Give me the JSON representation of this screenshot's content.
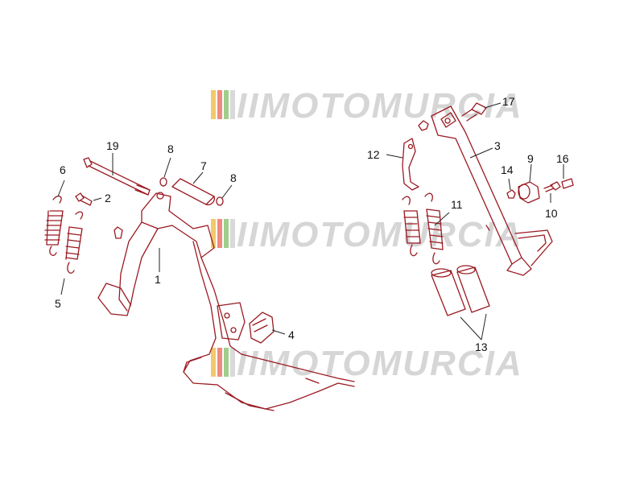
{
  "watermark": {
    "text": "IIMOTOMURCIA",
    "stripe_colors": [
      "#f2c96b",
      "#f08a7d",
      "#9fcf8a",
      "#d9d9d9"
    ]
  },
  "callouts": {
    "c1": "1",
    "c2": "2",
    "c3": "3",
    "c4": "4",
    "c5": "5",
    "c6": "6",
    "c7": "7",
    "c8a": "8",
    "c8b": "8",
    "c9": "9",
    "c10": "10",
    "c11": "11",
    "c12": "12",
    "c13": "13",
    "c14": "14",
    "c16": "16",
    "c17": "17",
    "c19": "19"
  },
  "colors": {
    "part_line": "#9a1a22",
    "leader_line": "#222222",
    "watermark": "#d6d6d6"
  }
}
